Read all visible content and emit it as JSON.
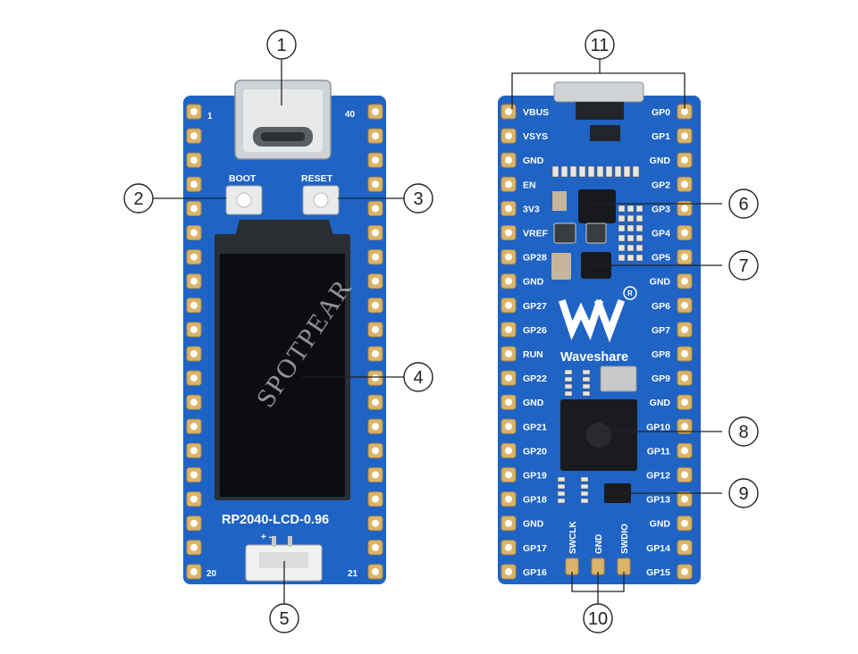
{
  "front_board": {
    "boot_label": "BOOT",
    "reset_label": "RESET",
    "product_label": "RP2040-LCD-0.96",
    "pin_1": "1",
    "pin_40": "40",
    "pin_20": "20",
    "pin_21": "21",
    "connector_polarity": "+   -",
    "watermark": "SPOTPEAR"
  },
  "back_board": {
    "left_pins": [
      "VBUS",
      "VSYS",
      "GND",
      "EN",
      "3V3",
      "VREF",
      "GP28",
      "GND",
      "GP27",
      "GP26",
      "RUN",
      "GP22",
      "GND",
      "GP21",
      "GP20",
      "GP19",
      "GP18",
      "GND",
      "GP17",
      "GP16"
    ],
    "right_pins": [
      "GP0",
      "GP1",
      "GND",
      "GP2",
      "GP3",
      "GP4",
      "GP5",
      "GND",
      "GP6",
      "GP7",
      "GP8",
      "GP9",
      "GND",
      "GP10",
      "GP11",
      "GP12",
      "GP13",
      "GND",
      "GP14",
      "GP15"
    ],
    "swd_labels": [
      "SWCLK",
      "GND",
      "SWDIO"
    ],
    "brand": "Waveshare"
  },
  "callouts": [
    "1",
    "2",
    "3",
    "4",
    "5",
    "6",
    "7",
    "8",
    "9",
    "10",
    "11"
  ],
  "colors": {
    "board": "#1f63c4",
    "board_dark": "#1a56ad",
    "pad": "#d9b46a",
    "pad_edge": "#b38a3e",
    "line": "#222222"
  }
}
